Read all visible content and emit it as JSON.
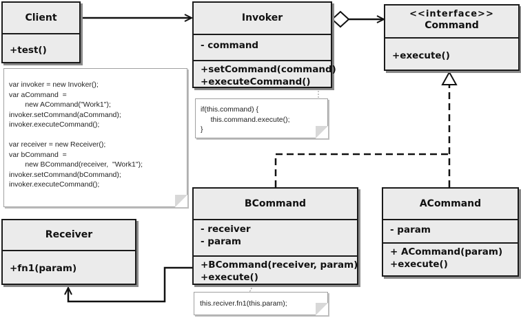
{
  "classes": {
    "client": {
      "name": "Client",
      "attributes": [],
      "operations": [
        "+test()"
      ]
    },
    "invoker": {
      "name": "Invoker",
      "attributes": [
        "- command"
      ],
      "operations": [
        "+setCommand(command)",
        "+executeCommand()"
      ]
    },
    "command": {
      "stereotype": "<<interface>>",
      "name": "Command",
      "attributes": [],
      "operations": [
        "+execute()"
      ]
    },
    "receiver": {
      "name": "Receiver",
      "attributes": [],
      "operations": [
        "+fn1(param)"
      ]
    },
    "bcommand": {
      "name": "BCommand",
      "attributes": [
        "- receiver",
        "- param"
      ],
      "operations": [
        "+BCommand(receiver, param)",
        "+execute()"
      ]
    },
    "acommand": {
      "name": "ACommand",
      "attributes": [
        "- param"
      ],
      "operations": [
        "+ ACommand(param)",
        "+execute()"
      ]
    }
  },
  "notes": {
    "client_code": [
      "var invoker = new Invoker();",
      "var aCommand  =",
      "        new ACommand(\"Work1\");",
      "invoker.setCommand(aCommand);",
      "invoker.executeCommand();",
      "",
      "var receiver = new Receiver();",
      "var bCommand  =",
      "        new BCommand(receiver,  \"Work1\");",
      "invoker.setCommand(bCommand);",
      "invoker.executeCommand();"
    ],
    "invoker_impl": [
      "if(this.command) {",
      "     this.command.execute();",
      "}"
    ],
    "bcommand_impl": [
      "this.reciver.fn1(this.param);"
    ]
  },
  "relations": [
    {
      "from": "Client",
      "to": "Invoker",
      "kind": "association"
    },
    {
      "from": "Invoker",
      "to": "Command",
      "kind": "aggregation"
    },
    {
      "from": "BCommand",
      "to": "Command",
      "kind": "realization"
    },
    {
      "from": "ACommand",
      "to": "Command",
      "kind": "realization"
    },
    {
      "from": "BCommand",
      "to": "Receiver",
      "kind": "association"
    }
  ],
  "colors": {
    "box_fill": "#ebebeb",
    "stroke": "#1a1a1a",
    "shadow": "#8a8a8a",
    "note_fill": "#ffffff"
  }
}
